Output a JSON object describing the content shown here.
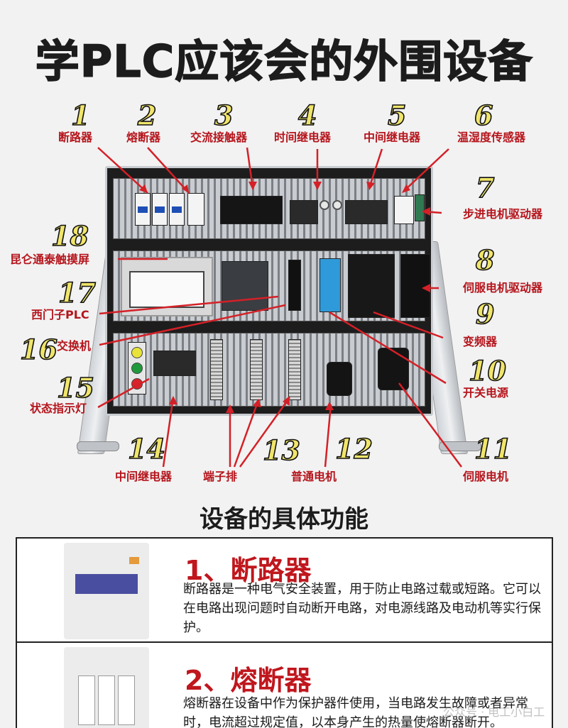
{
  "title": "学PLC应该会的外围设备",
  "callouts": [
    {
      "num": "1",
      "label": "断路器"
    },
    {
      "num": "2",
      "label": "熔断器"
    },
    {
      "num": "3",
      "label": "交流接触器"
    },
    {
      "num": "4",
      "label": "时间继电器"
    },
    {
      "num": "5",
      "label": "中间继电器"
    },
    {
      "num": "6",
      "label": "温湿度传感器"
    },
    {
      "num": "7",
      "label": "步进电机驱动器"
    },
    {
      "num": "8",
      "label": "伺服电机驱动器"
    },
    {
      "num": "9",
      "label": "变频器"
    },
    {
      "num": "10",
      "label": "开关电源"
    },
    {
      "num": "11",
      "label": "伺服电机"
    },
    {
      "num": "12",
      "label": "普通电机"
    },
    {
      "num": "13",
      "label": "端子排"
    },
    {
      "num": "14",
      "label": "中间继电器"
    },
    {
      "num": "15",
      "label": "状态指示灯"
    },
    {
      "num": "16",
      "label": "交换机"
    },
    {
      "num": "17",
      "label": "西门子PLC"
    },
    {
      "num": "18",
      "label": "昆仑通泰触摸屏"
    }
  ],
  "functions_section": {
    "title": "设备的具体功能",
    "items": [
      {
        "heading": "1、断路器",
        "image": "circuit-breaker-photo",
        "description": "断路器是一种电气安全装置，用于防止电路过载或短路。它可以在电路出现问题时自动断开电路，对电源线路及电动机等实行保护。"
      },
      {
        "heading": "2、熔断器",
        "image": "fuse-holder-photo",
        "description": "熔断器在设备中作为保护器件使用，当电路发生故障或者异常时，电流超过规定值，以本身产生的热量使熔断器断开。"
      }
    ],
    "watermark": "公众号 · 电工小白工"
  },
  "colors": {
    "label_red": "#b5151c",
    "heading_red": "#c0161d",
    "number_yellow": "#f0e56a",
    "arrow_red": "#d42027",
    "title_black": "#1c1c1c"
  }
}
